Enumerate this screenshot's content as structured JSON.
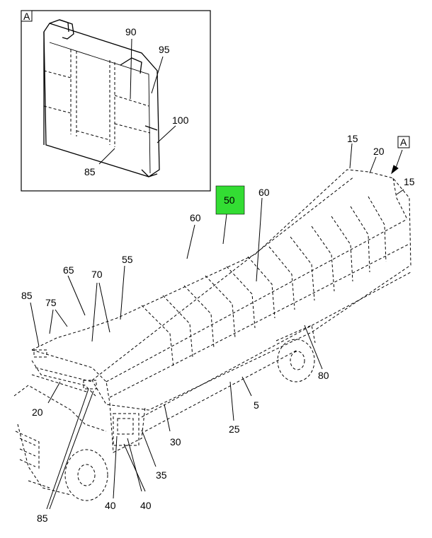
{
  "detail": {
    "tag": "A"
  },
  "view_tag": "A",
  "highlight": {
    "label": "50",
    "color": "#33dd33"
  },
  "callouts": {
    "c90": "90",
    "c95": "95",
    "c100": "100",
    "c85_detail": "85",
    "c15_top": "15",
    "c20_top": "20",
    "c15_right": "15",
    "c60_right": "60",
    "c60_left": "60",
    "c55": "55",
    "c65": "65",
    "c70": "70",
    "c85_left": "85",
    "c75": "75",
    "c20_left": "20",
    "c80": "80",
    "c5": "5",
    "c25": "25",
    "c30": "30",
    "c35": "35",
    "c40_a": "40",
    "c40_b": "40",
    "c85_bottom": "85"
  }
}
